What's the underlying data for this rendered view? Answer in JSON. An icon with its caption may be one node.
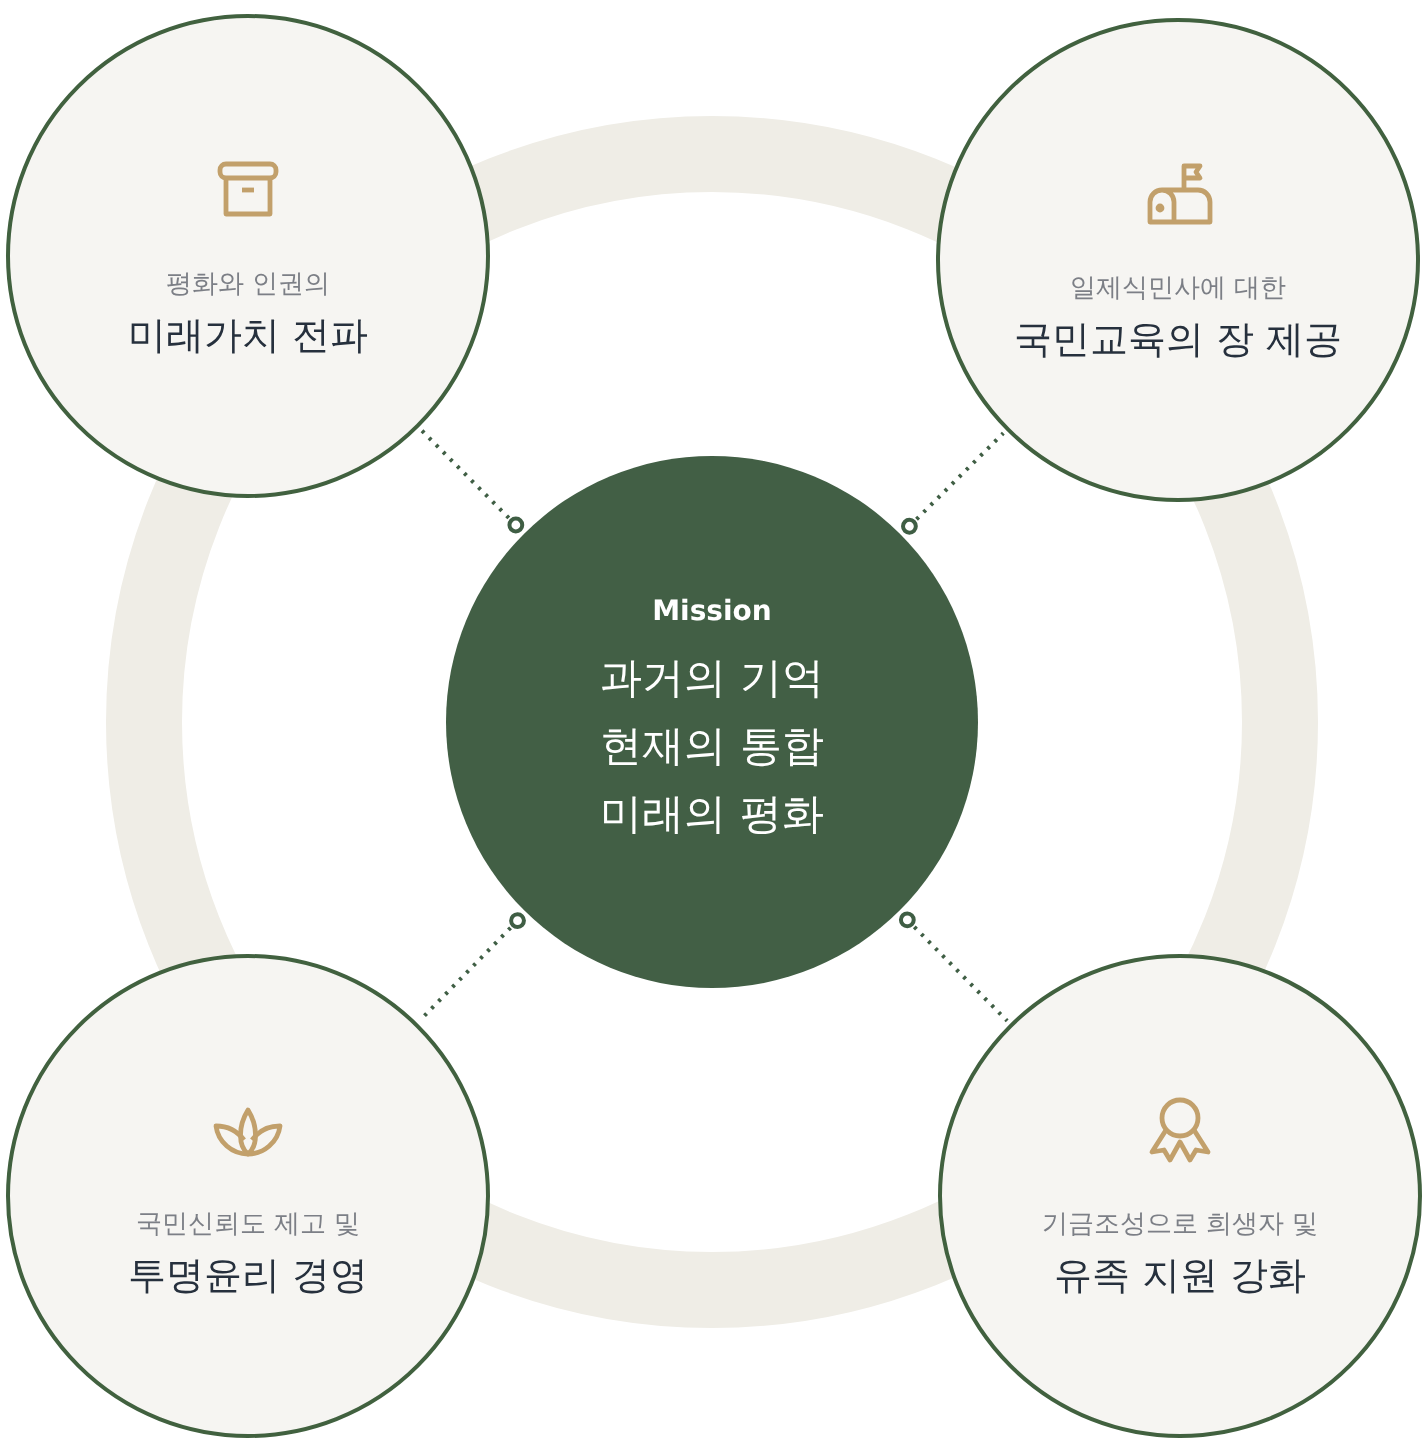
{
  "diagram": {
    "nodes": [
      {
        "text": [
          "Mission",
          "과거의 기억 현재의 통합 미래의 평화"
        ]
      },
      {
        "text": [
          "평화와 인권의",
          "미래가치 전파"
        ]
      },
      {
        "text": [
          "일제식민사에 대한",
          "국민교육의 장 제공"
        ]
      },
      {
        "text": [
          "국민신뢰도 제고 및",
          "투명윤리 경영"
        ]
      },
      {
        "text": [
          "기금조성으로 희생자 및",
          "유족 지원 강화"
        ]
      }
    ],
    "edges": [
      {
        "from": 0,
        "to": 1,
        "arrow": "other",
        "style": "dashed"
      },
      {
        "from": 0,
        "to": 2,
        "arrow": "other",
        "style": "dashed"
      },
      {
        "from": 0,
        "to": 3,
        "arrow": "other",
        "style": "dashed"
      },
      {
        "from": 0,
        "to": 4,
        "arrow": "other",
        "style": "dashed"
      }
    ]
  }
}
